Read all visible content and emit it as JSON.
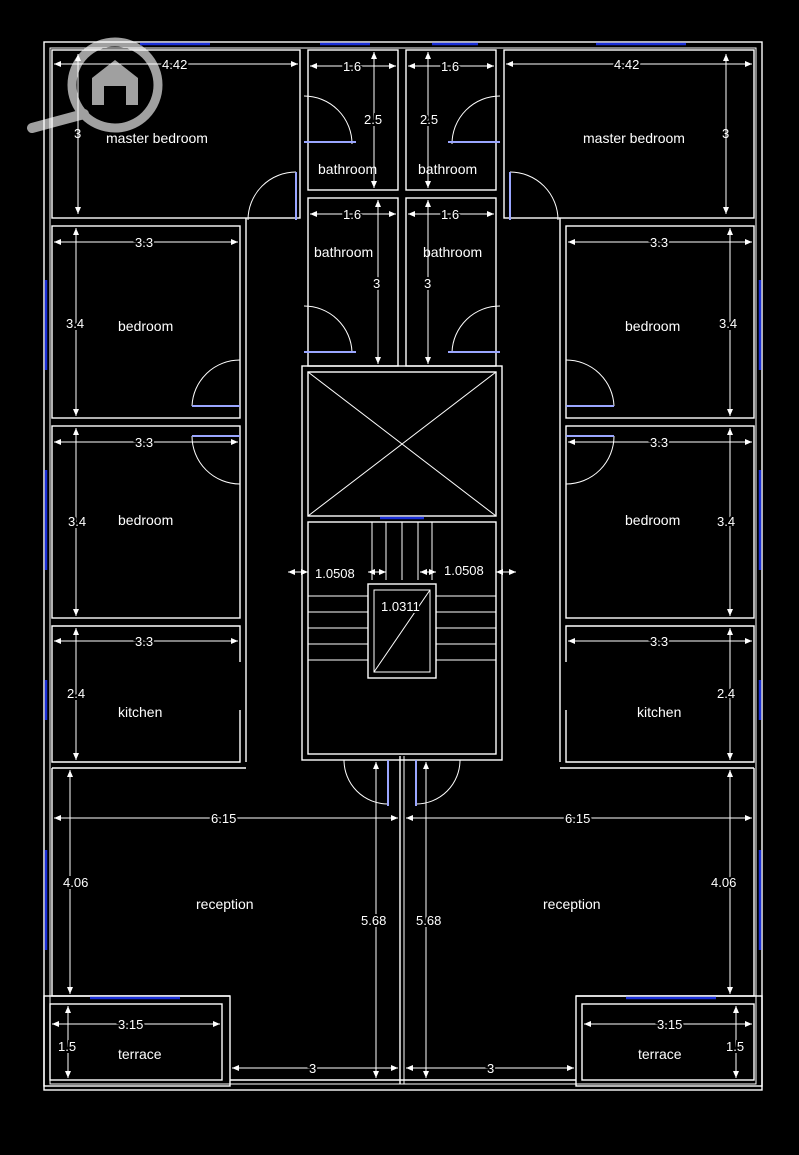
{
  "rooms": {
    "master_left": "master bedroom",
    "master_right": "master bedroom",
    "bath_tl": "bathroom",
    "bath_tr": "bathroom",
    "bath_ml": "bathroom",
    "bath_mr": "bathroom",
    "bed1_left": "bedroom",
    "bed1_right": "bedroom",
    "bed2_left": "bedroom",
    "bed2_right": "bedroom",
    "kitchen_left": "kitchen",
    "kitchen_right": "kitchen",
    "reception_left": "reception",
    "reception_right": "reception",
    "terrace_left": "terrace",
    "terrace_right": "terrace"
  },
  "dims": {
    "master_w_l": "4.42",
    "master_h_l": "3",
    "master_w_r": "4.42",
    "master_h_r": "3",
    "bath_tl_w": "1.6",
    "bath_tl_h": "2.5",
    "bath_tr_w": "1.6",
    "bath_tr_h": "2.5",
    "bath_ml_w": "1.6",
    "bath_ml_h": "3",
    "bath_mr_w": "1.6",
    "bath_mr_h": "3",
    "bed1_w_l": "3.3",
    "bed1_h_l": "3.4",
    "bed1_w_r": "3.3",
    "bed1_h_r": "3.4",
    "bed2_w_l": "3.3",
    "bed2_h_l": "3.4",
    "bed2_w_r": "3.3",
    "bed2_h_r": "3.4",
    "kit_w_l": "3.3",
    "kit_h_l": "2.4",
    "kit_w_r": "3.3",
    "kit_h_r": "2.4",
    "stair_l": "1.0508",
    "stair_r": "1.0508",
    "stair_c": "1.0311",
    "rec_w_l": "6.15",
    "rec_h_l": "4.06",
    "rec_w_r": "6.15",
    "rec_h_r": "4.06",
    "corr_l": "5.68",
    "corr_r": "5.68",
    "ter_w_l": "3.15",
    "ter_h_l": "1.5",
    "ter_w_r": "3.15",
    "ter_h_r": "1.5",
    "gap_l": "3",
    "gap_r": "3"
  },
  "colors": {
    "background": "#000000",
    "lines": "#ffffff",
    "windows": "#1a2fd8",
    "doors": "#9aa6ff"
  },
  "icons": {
    "watermark": "search-home-icon"
  }
}
